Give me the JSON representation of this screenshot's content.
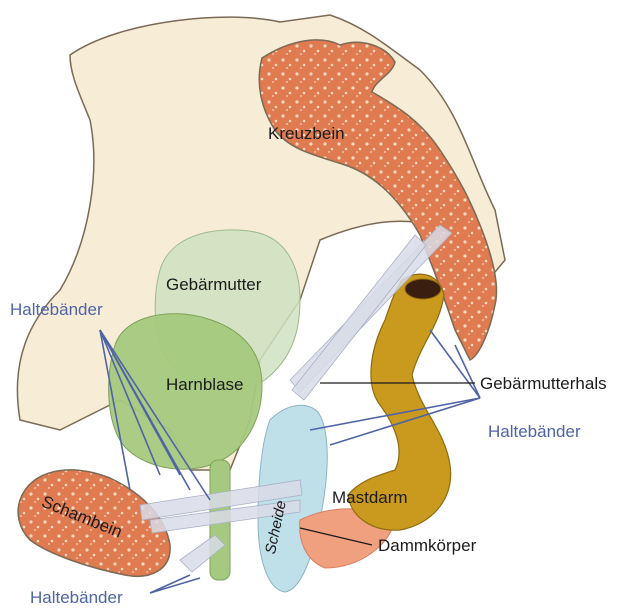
{
  "labels": {
    "kreuzbein": "Kreuzbein",
    "gebaermutter": "Gebärmutter",
    "harnblase": "Harnblase",
    "gebaermutterhals": "Gebärmutterhals",
    "mastdarm": "Mastdarm",
    "scheide": "Scheide",
    "schambein": "Schambein",
    "dammkoerper": "Dammkörper",
    "haltebaender_left": "Haltebänder",
    "haltebaender_right": "Haltebänder",
    "haltebaender_bottom": "Haltebänder"
  },
  "colors": {
    "bone": "#f7ecd6",
    "bone_outline": "#7a6a55",
    "marrow": "#e07a50",
    "uterus": "#cfe2c2",
    "bladder": "#a5c97e",
    "vagina": "#bcdde8",
    "rectum": "#c99a1e",
    "perineum": "#f0a07e",
    "ligament": "#d8dce8",
    "ligament_line": "#4f63a6"
  }
}
